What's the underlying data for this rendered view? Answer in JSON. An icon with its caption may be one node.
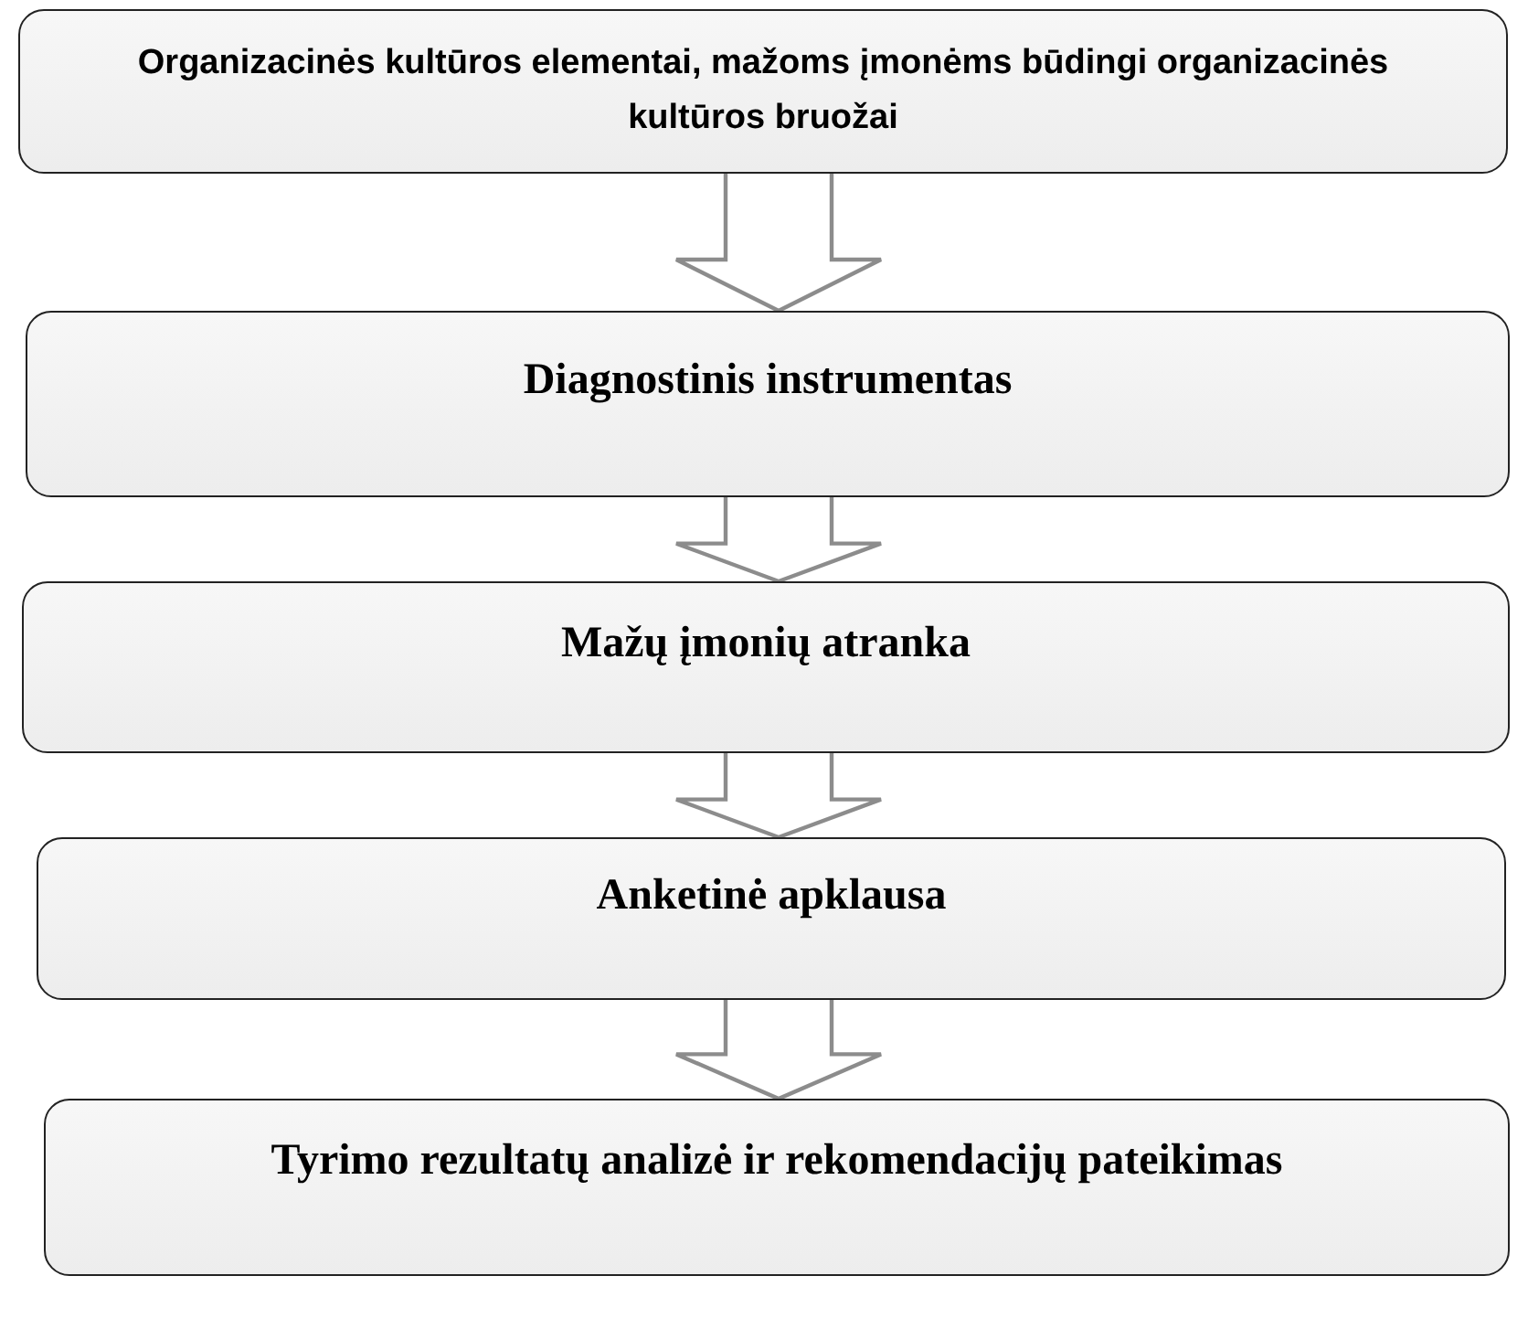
{
  "diagram": {
    "nodes": [
      {
        "text": [
          "Organizacinės kultūros elementai, mažoms įmonėms būdingi organizacinės kultūros bruožai"
        ]
      },
      {
        "text": [
          "Diagnostinis instrumentas"
        ]
      },
      {
        "text": [
          "Mažų įmonių atranka"
        ]
      },
      {
        "text": [
          "Anketinė apklausa"
        ]
      },
      {
        "text": [
          "Tyrimo rezultatų analizė ir rekomendacijų pateikimas"
        ]
      }
    ],
    "edges": [
      {
        "from": 0,
        "to": 1,
        "arrow": "to"
      },
      {
        "from": 1,
        "to": 2,
        "arrow": "to"
      },
      {
        "from": 2,
        "to": 3,
        "arrow": "to"
      },
      {
        "from": 3,
        "to": 4,
        "arrow": "to"
      }
    ]
  }
}
